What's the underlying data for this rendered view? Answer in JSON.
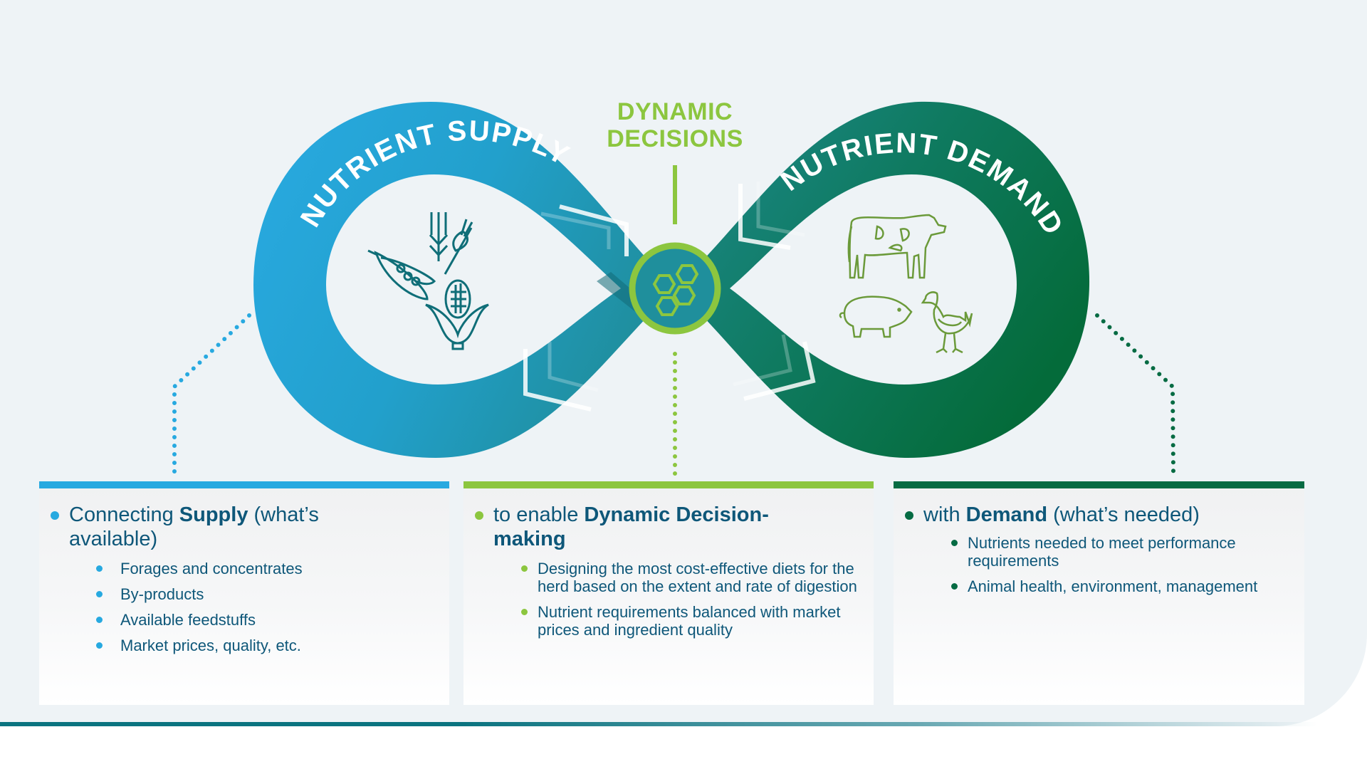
{
  "diagram": {
    "center_label_line1": "DYNAMIC",
    "center_label_line2": "DECISIONS",
    "left_loop_label": "NUTRIENT SUPPLY",
    "right_loop_label": "NUTRIENT DEMAND",
    "left_loop_icons": [
      "wheat-icon",
      "pea-pod-icon",
      "corn-icon"
    ],
    "right_loop_icons": [
      "cow-icon",
      "pig-icon",
      "chicken-icon"
    ],
    "center_icon": "hexagon-cluster-icon",
    "colors": {
      "supply_blue": "#27a9e0",
      "center_teal": "#1f8f9a",
      "demand_green": "#05703f",
      "dynamic_green": "#8cc63f",
      "text_navy": "#0e5779",
      "background": "#eef3f6"
    }
  },
  "cards": [
    {
      "id": "supply",
      "accent": "#27a9e0",
      "lead_pre": "Connecting ",
      "lead_bold": "Supply",
      "lead_post": " (what’s available)",
      "items": [
        "Forages and concentrates",
        "By-products",
        "Available feedstuffs",
        "Market prices, quality, etc."
      ]
    },
    {
      "id": "decisions",
      "accent": "#8cc63f",
      "lead_pre": "to enable ",
      "lead_bold": "Dynamic Decision-making",
      "lead_post": "",
      "items": [
        "Designing the most cost-effective diets for the herd based on the extent and rate of digestion",
        "Nutrient requirements balanced with market prices and ingredient quality"
      ]
    },
    {
      "id": "demand",
      "accent": "#05703f",
      "lead_pre": "with ",
      "lead_bold": "Demand",
      "lead_post": " (what’s needed)",
      "items": [
        "Nutrients needed to meet performance requirements",
        "Animal health, environment, management"
      ]
    }
  ]
}
